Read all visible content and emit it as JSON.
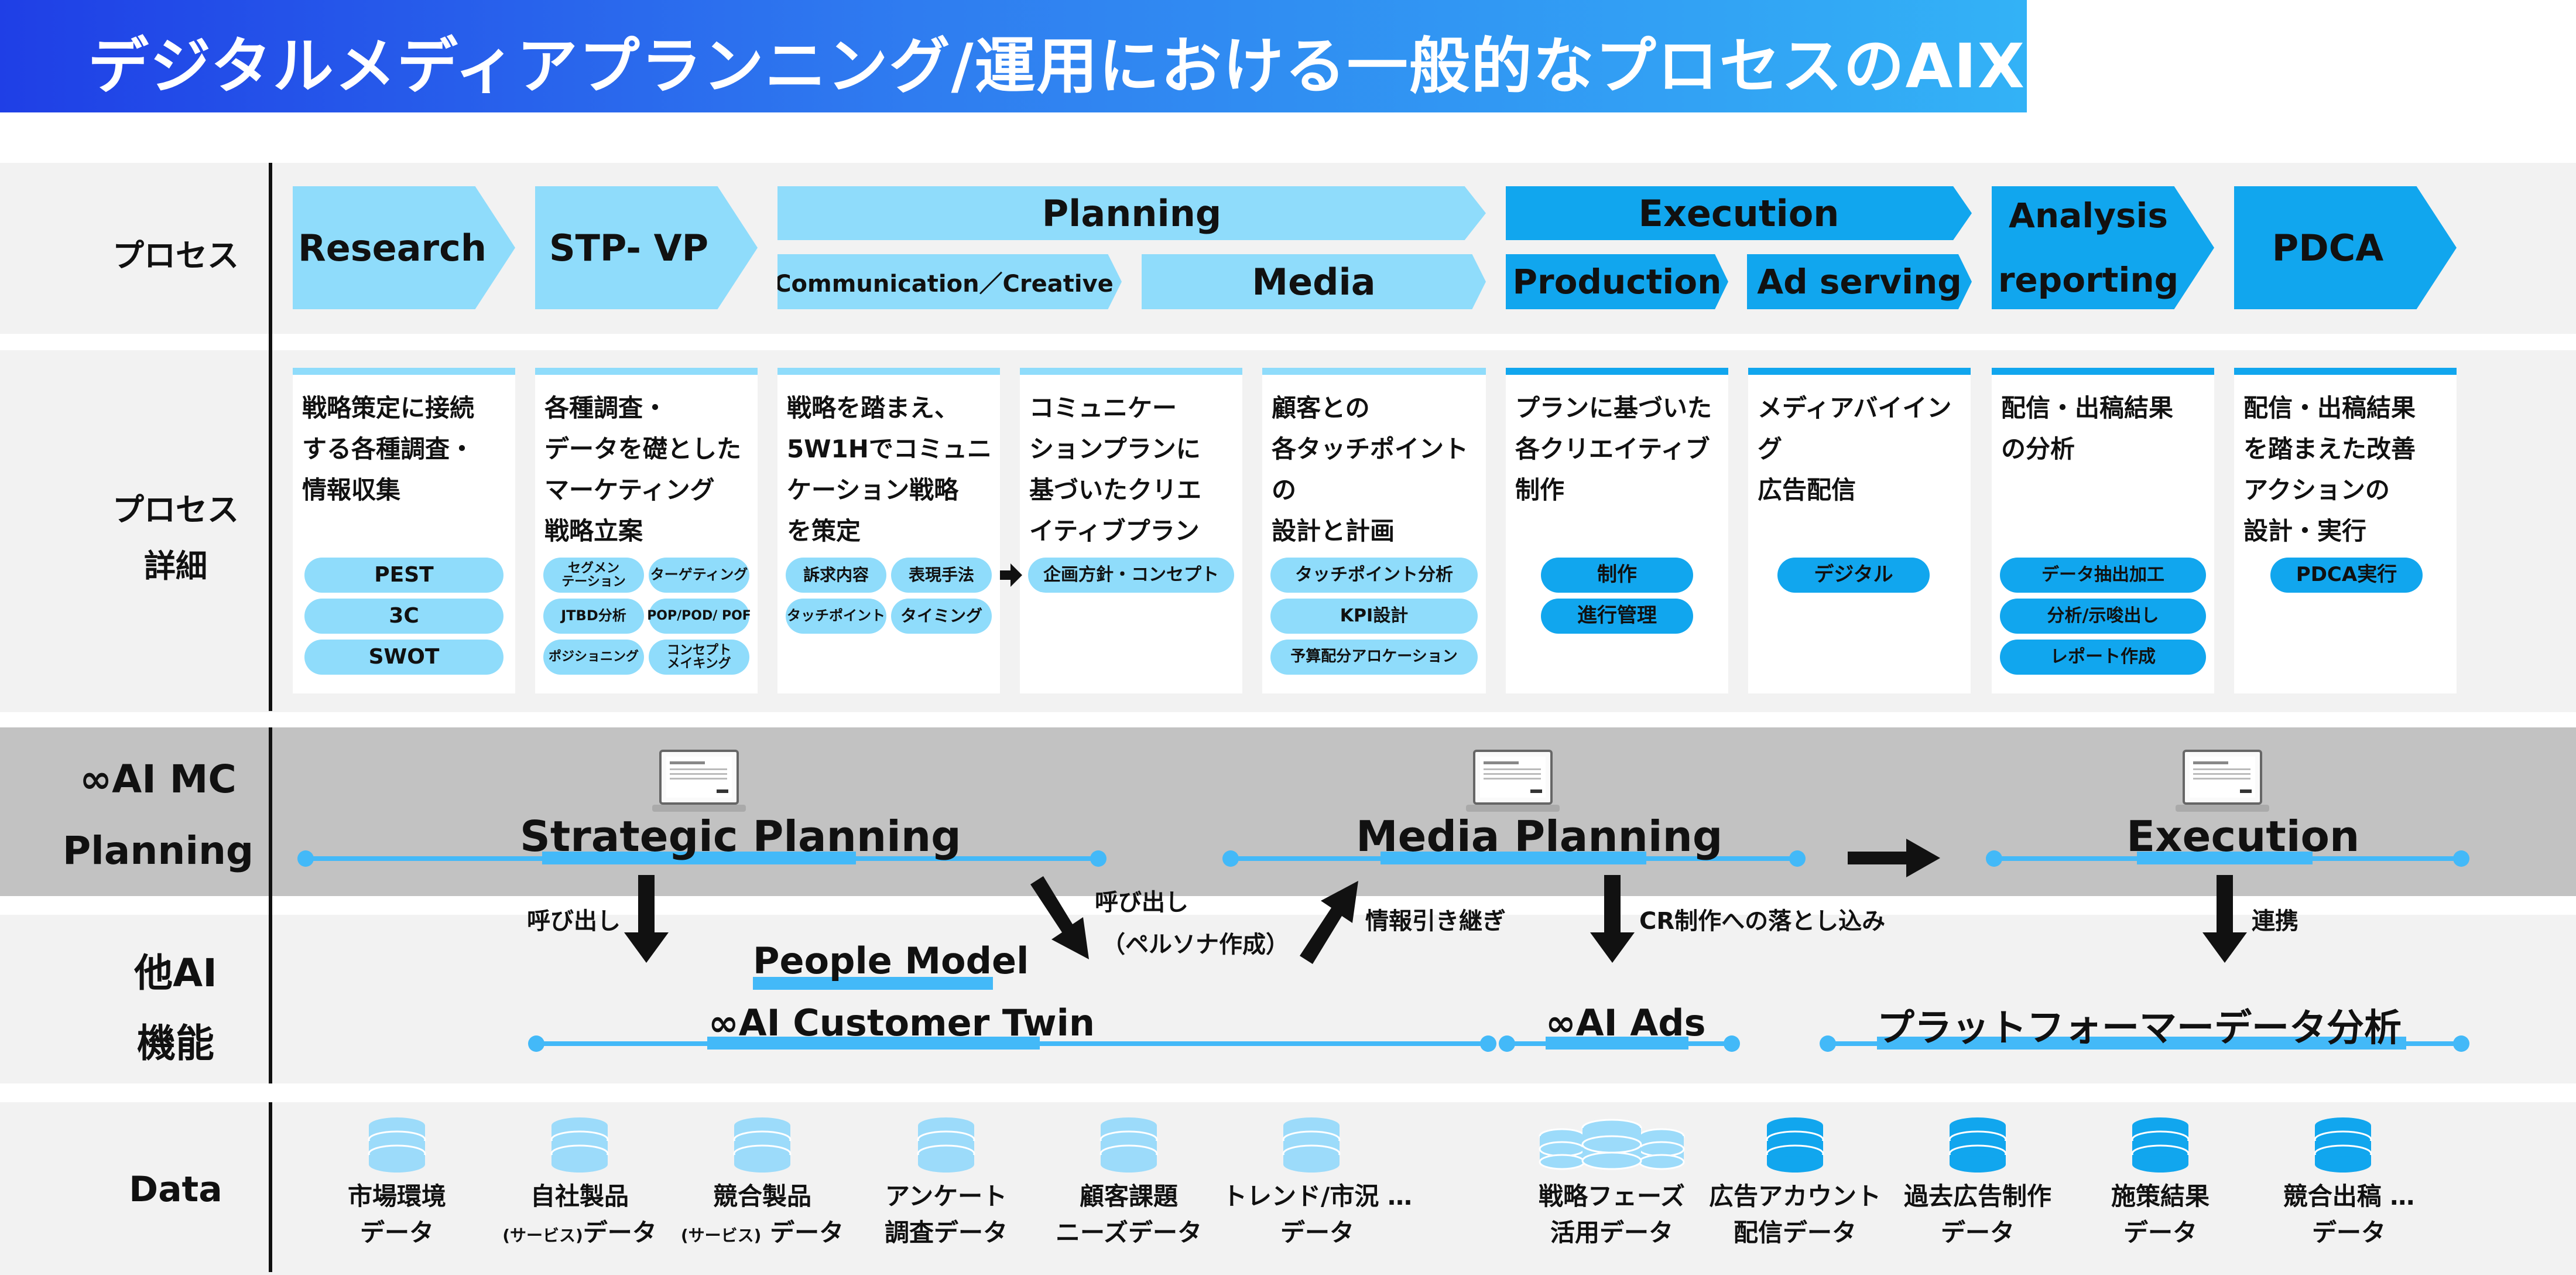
{
  "title": "デジタルメディアプランニング/運用における一般的なプロセスのAIX",
  "rows": {
    "process": "プロセス",
    "detail_1": "プロセス",
    "detail_2": "詳細",
    "mc_1": "∞AI MC",
    "mc_2": "Planning",
    "other_1": "他AI",
    "other_2": "機能",
    "data": "Data"
  },
  "process": {
    "research": "Research",
    "stp": "STP- VP",
    "planning": "Planning",
    "communication": "Communication／Creative",
    "media": "Media",
    "execution": "Execution",
    "production": "Production",
    "adserving": "Ad serving",
    "analysis_1": "Analysis",
    "analysis_2": "reporting",
    "pdca": "PDCA"
  },
  "cards": [
    {
      "lines": [
        "戦略策定に接続",
        "する各種調査・",
        "情報収集"
      ]
    },
    {
      "lines": [
        "各種調査・",
        "データを礎とした",
        "マーケティング",
        "戦略立案"
      ]
    },
    {
      "lines": [
        "戦略を踏まえ、",
        "5W1Hでコミュニ",
        "ケーション戦略",
        "を策定"
      ]
    },
    {
      "lines": [
        "コミュニケー",
        "ションプランに",
        "基づいたクリエ",
        "イティブプラン"
      ]
    },
    {
      "lines": [
        "顧客との",
        "各タッチポイントの",
        "設計と計画"
      ]
    },
    {
      "lines": [
        "プランに基づいた",
        "各クリエイティブ",
        "制作"
      ]
    },
    {
      "lines": [
        "メディアバイイング",
        "広告配信"
      ]
    },
    {
      "lines": [
        "配信・出稿結果",
        "の分析"
      ]
    },
    {
      "lines": [
        "配信・出稿結果",
        "を踏まえた改善",
        "アクションの",
        "設計・実行"
      ]
    }
  ],
  "pills": {
    "research": [
      "PEST",
      "3C",
      "SWOT"
    ],
    "stp": [
      "セグメン\nテーション",
      "ターゲティング",
      "JTBD分析",
      "POP/POD/ POF",
      "ポジショニング",
      "コンセプト\nメイキング"
    ],
    "comm": [
      "訴求内容",
      "表現手法",
      "タッチポイント",
      "タイミング"
    ],
    "creative": [
      "企画方針・コンセプト"
    ],
    "media": [
      "タッチポイント分析",
      "KPI設計",
      "予算配分アロケーション"
    ],
    "production": [
      "制作",
      "進行管理"
    ],
    "adserving": [
      "デジタル"
    ],
    "analysis": [
      "データ抽出加工",
      "分析/示唆出し",
      "レポート作成"
    ],
    "pdca": [
      "PDCA実行"
    ]
  },
  "mc": {
    "strategic": "Strategic Planning",
    "media": "Media Planning",
    "execution": "Execution"
  },
  "annotations": {
    "call1": "呼び出し",
    "call2_1": "呼び出し",
    "call2_2": "（ペルソナ作成）",
    "handover": "情報引き継ぎ",
    "cr": "CR制作への落とし込み",
    "link": "連携"
  },
  "other": {
    "people": "People Model",
    "twin": "∞AI Customer Twin",
    "ads": "∞AI Ads",
    "platform": "プラットフォーマーデータ分析"
  },
  "data_items": [
    {
      "l1": "市場環境",
      "l2": "データ",
      "small": ""
    },
    {
      "l1": "自社製品",
      "l2": "データ",
      "small": "(サービス)"
    },
    {
      "l1": "競合製品",
      "l2": " データ",
      "small": "(サービス)"
    },
    {
      "l1": "アンケート",
      "l2": "調査データ",
      "small": ""
    },
    {
      "l1": "顧客課題",
      "l2": "ニーズデータ",
      "small": ""
    },
    {
      "l1": "トレンド/市況 …",
      "l2": "データ",
      "small": ""
    },
    {
      "l1": "戦略フェーズ",
      "l2": "活用データ",
      "small": ""
    },
    {
      "l1": "広告アカウント",
      "l2": "配信データ",
      "small": ""
    },
    {
      "l1": "過去広告制作",
      "l2": "データ",
      "small": ""
    },
    {
      "l1": "施策結果",
      "l2": "データ",
      "small": ""
    },
    {
      "l1": "競合出稿 …",
      "l2": "データ",
      "small": ""
    }
  ],
  "colors": {
    "light": "#8fdcfb",
    "dark": "#11a6ee",
    "line": "#43b9f8",
    "gray_band": "#c2c2c2",
    "light_band": "#f2f2f2"
  }
}
